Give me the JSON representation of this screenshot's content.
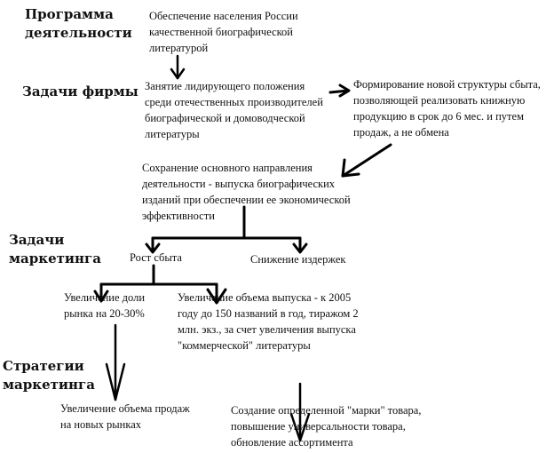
{
  "labels": {
    "program": [
      "Программа",
      "деятельности"
    ],
    "firm_tasks": [
      "Задачи фирмы"
    ],
    "marketing_tasks": [
      "Задачи",
      "маркетинга"
    ],
    "marketing_strategies": [
      "Стратегии",
      "маркетинга"
    ]
  },
  "nodes": {
    "program_goal": [
      "Обеспечение населения России",
      "качественной биографической",
      "литературой"
    ],
    "leadership": [
      "Занятие лидирующего положения",
      "среди отечественных производителей",
      "биографической и домоводческой",
      "литературы"
    ],
    "sales_structure": [
      "Формирование новой структуры сбыта,",
      "позволяющей реализовать книжную",
      "продукцию в срок до 6 мес.  и путем",
      "продаж, а не обмена"
    ],
    "core_direction": [
      "Сохранение основного направления",
      "деятельности - выпуска биографических",
      "изданий при обеспечении ее экономической",
      "эффективности"
    ],
    "sales_growth": [
      "Рост сбыта"
    ],
    "cost_reduction": [
      "Снижение издержек"
    ],
    "market_share": [
      "Увеличение доли",
      "рынка на 20-30%"
    ],
    "output_volume": [
      "Увеличение объема выпуска - к 2005",
      "году  до 150 названий в год, тиражом 2",
      "млн. экз., за счет увеличения выпуска",
      "\"коммерческой\" литературы"
    ],
    "new_markets": [
      "Увеличение объема  продаж",
      "на новых рынках"
    ],
    "brand": [
      "Создание определенной \"марки\" товара,",
      "повышение универсальности товара,",
      "обновление ассортимента"
    ]
  }
}
